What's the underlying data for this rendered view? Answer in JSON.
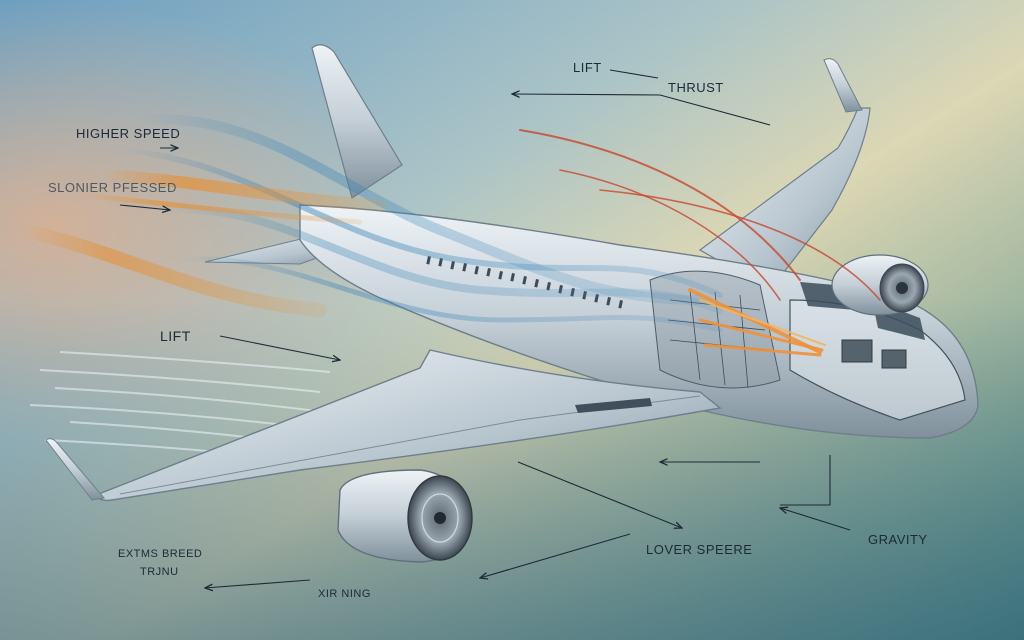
{
  "labels": {
    "lift_top": "LIFT",
    "thrust": "THRUST",
    "higher_speed": "HIGHER SPEED",
    "slower_pressed": "SLONIER PFESSED",
    "lift_left": "LIFT",
    "lower_speed": "LOVER SPEERE",
    "gravity": "GRAVITY",
    "extra_speed": "EXTMS BREED",
    "thrust_lower": "TRJNU",
    "air_wing": "XIR NING"
  },
  "colors": {
    "sky_top": "#7aa9c4",
    "sky_mid": "#d9d7b8",
    "sky_bottom": "#4f8a86",
    "airflow_blue": "#3f86b8",
    "airflow_orange": "#e3923a",
    "airflow_red": "#c8462e",
    "fuselage": "#c9d3da",
    "label_ink": "#1d2a36"
  }
}
